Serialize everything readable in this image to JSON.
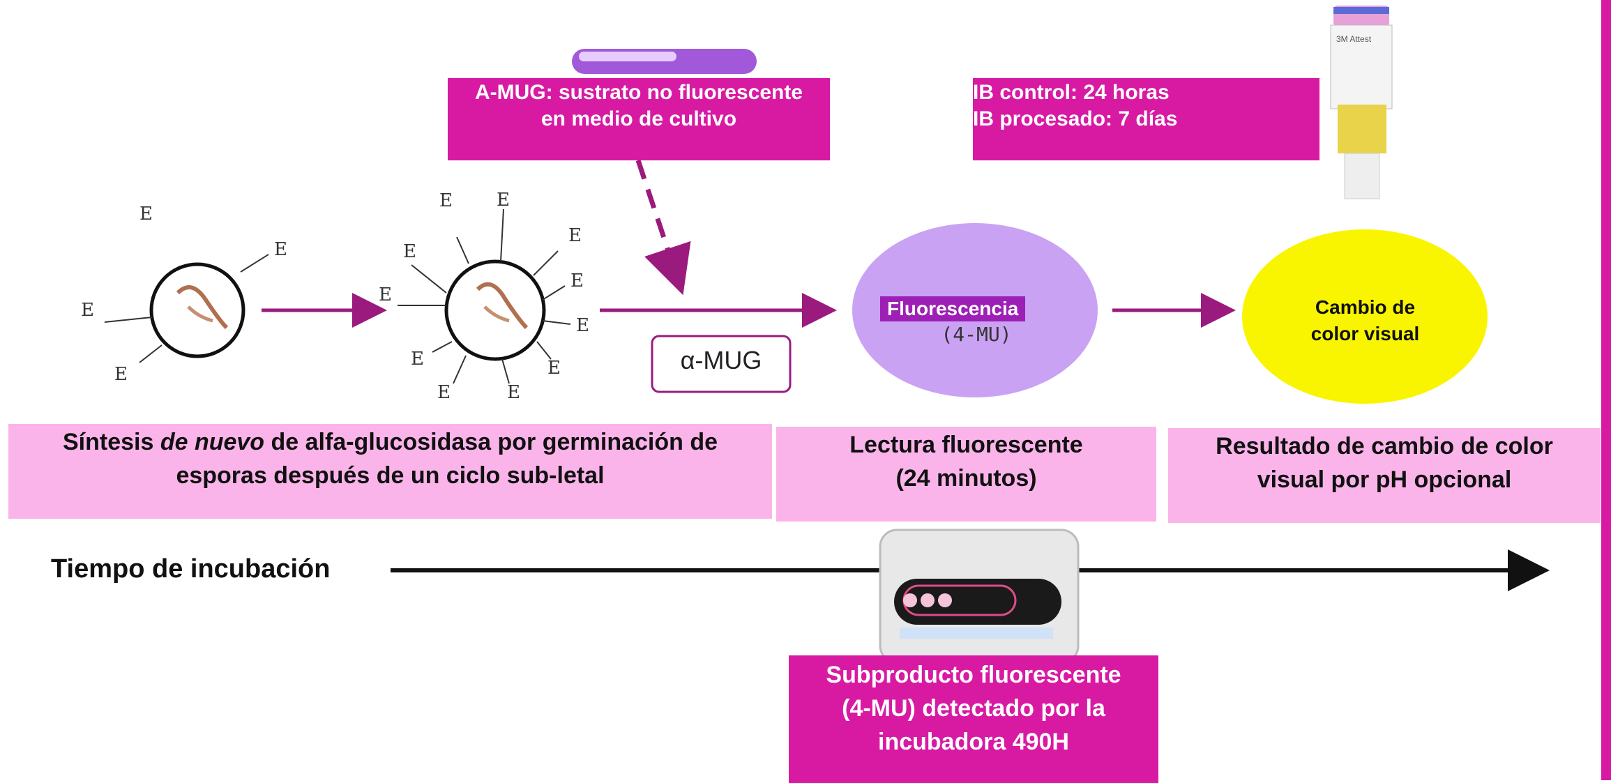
{
  "top_boxes": {
    "amug_line1": "A-MUG: sustrato no fluorescente",
    "amug_line2": "en medio de cultivo",
    "ib_line1": "IB control: 24 horas",
    "ib_line2": "IB procesado: 7 días"
  },
  "spore_label": "E",
  "substrate_label": "α-MUG",
  "fluor": {
    "title": "Fluorescencia",
    "subtitle": "(4-MU)"
  },
  "color_change": {
    "line1": "Cambio de",
    "line2": "color visual"
  },
  "bottom_boxes": {
    "synth_pre": "Síntesis ",
    "synth_italic": "de nuevo",
    "synth_post": " de alfa-glucosidasa por germinación de",
    "synth_line2": "esporas después de un ciclo sub-letal",
    "read_line1": "Lectura fluorescente",
    "read_line2": "(24 minutos)",
    "result_line1": "Resultado de cambio de color",
    "result_line2": "visual por pH opcional"
  },
  "timeline_label": "Tiempo de incubación",
  "incubator": {
    "line1": "Subproducto fluorescente",
    "line2": "(4-MU) detectado por la",
    "line3": "incubadora 490H"
  },
  "colors": {
    "magenta": "#d81aa3",
    "pink": "#fbb4ea",
    "lavender": "#c9a2f4",
    "yellow": "#f9f500",
    "arrow": "#9b1a7e"
  }
}
